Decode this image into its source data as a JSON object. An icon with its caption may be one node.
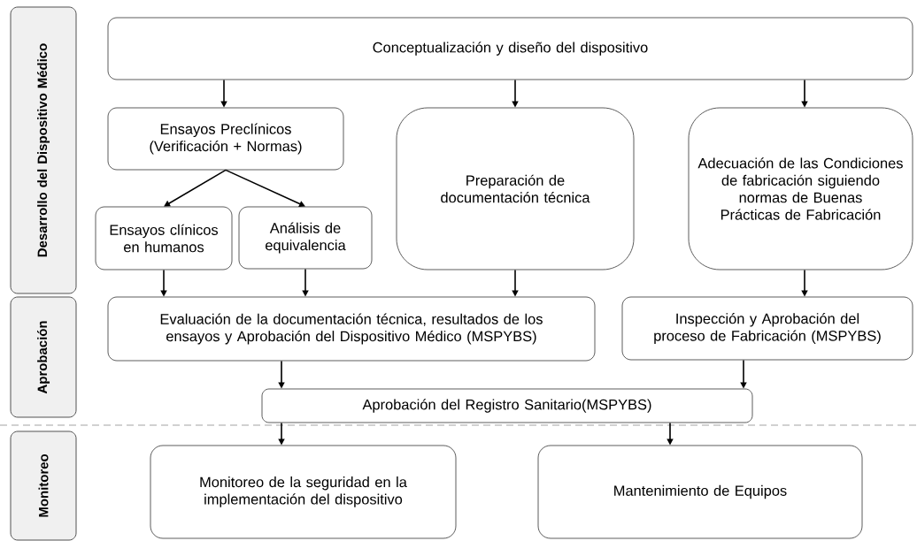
{
  "diagram": {
    "nodes": [
      {
        "text": [
          "Desarrollo del Dispositivo Médico"
        ]
      },
      {
        "text": [
          "Aprobación"
        ]
      },
      {
        "text": [
          "Monitoreo"
        ]
      },
      {
        "text": [
          "Conceptualización y diseño del dispositivo"
        ]
      },
      {
        "text": [
          "Ensayos Preclínicos (Verificación + Normas)"
        ]
      },
      {
        "text": [
          "Preparación de documentación técnica"
        ]
      },
      {
        "text": [
          "Adecuación de las Condiciones de fabricación siguiendo normas de Buenas Prácticas de Fabricación"
        ]
      },
      {
        "text": [
          "Ensayos clínicos en humanos"
        ]
      },
      {
        "text": [
          "Análisis de equivalencia"
        ]
      },
      {
        "text": [
          "Evaluación de la documentación técnica, resultados de los ensayos y Aprobación del Dispositivo Médico (MSPYBS)"
        ]
      },
      {
        "text": [
          "Inspección y Aprobación del proceso de Fabricación (MSPYBS)"
        ]
      },
      {
        "text": [
          "Aprobación del Registro Sanitario(MSPYBS)"
        ]
      },
      {
        "text": [
          "Monitoreo de la seguridad en la implementación del dispositivo"
        ]
      },
      {
        "text": [
          "Mantenimiento de Equipos"
        ]
      }
    ],
    "edges": [
      {
        "from": 3,
        "to": 4,
        "arrow": "to"
      },
      {
        "from": 3,
        "to": 5,
        "arrow": "to"
      },
      {
        "from": 3,
        "to": 6,
        "arrow": "to"
      },
      {
        "from": 4,
        "to": 7,
        "arrow": "to"
      },
      {
        "from": 4,
        "to": 8,
        "arrow": "to"
      },
      {
        "from": 7,
        "to": 9,
        "arrow": "to"
      },
      {
        "from": 8,
        "to": 9,
        "arrow": "to"
      },
      {
        "from": 5,
        "to": 9,
        "arrow": "to"
      },
      {
        "from": 6,
        "to": 10,
        "arrow": "to"
      },
      {
        "from": 9,
        "to": 11,
        "arrow": "to"
      },
      {
        "from": 10,
        "to": 11,
        "arrow": "to"
      },
      {
        "from": 11,
        "to": 12,
        "arrow": "to"
      },
      {
        "from": 11,
        "to": 13,
        "arrow": "to"
      }
    ]
  }
}
